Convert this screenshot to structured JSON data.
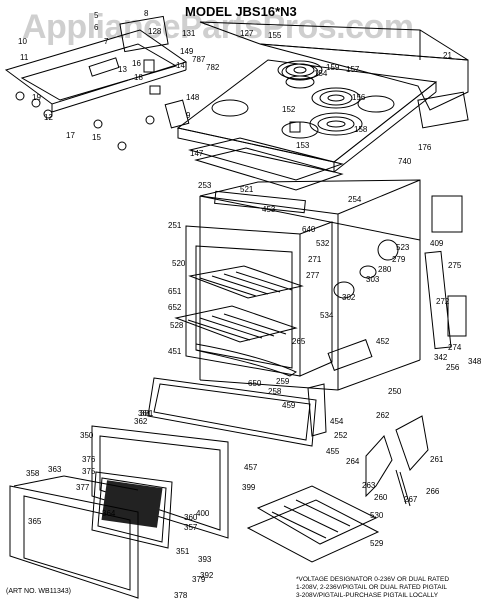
{
  "watermark": "AppliancePartsPros.com",
  "title": "MODEL JBS16*N3",
  "art_no": "(ART NO. WB11343)",
  "footnote": {
    "line1": "*VOLTAGE DESIGNATOR 0-236V OR DUAL RATED",
    "line2": "1-208V, 2-236V/PIGTAIL OR DUAL RATED PIGTAIL",
    "line3": "3-208V/PIGTAIL-PURCHASE PIGTAIL LOCALLY"
  },
  "parts": [
    "5",
    "6",
    "7",
    "8",
    "9",
    "10",
    "11",
    "12",
    "13",
    "14",
    "15",
    "16",
    "17",
    "18",
    "19",
    "21",
    "127",
    "128",
    "131",
    "147",
    "148",
    "149",
    "152",
    "153",
    "154",
    "155",
    "156",
    "157",
    "158",
    "159",
    "176",
    "250",
    "251",
    "252",
    "253",
    "254",
    "256",
    "258",
    "259",
    "260",
    "261",
    "262",
    "263",
    "264",
    "265",
    "266",
    "267",
    "271",
    "272",
    "274",
    "275",
    "277",
    "279",
    "280",
    "302",
    "303",
    "342",
    "348",
    "350",
    "351",
    "357",
    "358",
    "360",
    "361",
    "362",
    "363",
    "364",
    "365",
    "375",
    "376",
    "377",
    "378",
    "379",
    "381",
    "392",
    "393",
    "399",
    "400",
    "409",
    "451",
    "452",
    "453",
    "454",
    "455",
    "457",
    "459",
    "520",
    "521",
    "523",
    "528",
    "529",
    "530",
    "532",
    "534",
    "640",
    "650",
    "651",
    "652",
    "740",
    "782",
    "787"
  ]
}
